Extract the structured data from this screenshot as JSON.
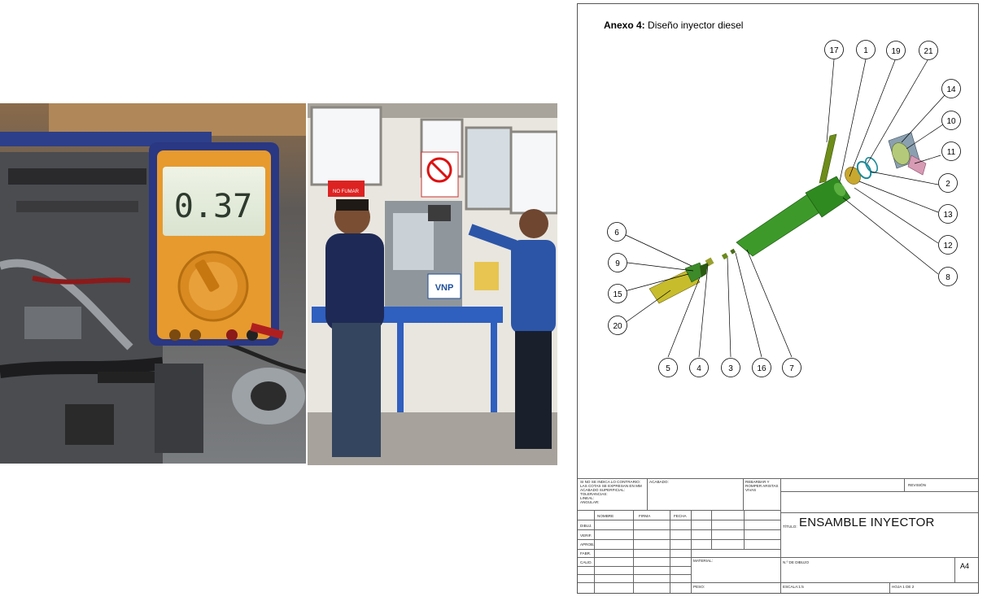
{
  "photo_left": {
    "multimeter_reading": "0.37"
  },
  "photo_right": {
    "sign_no_fumar": "NO FUMAR",
    "machine_logo": "VNP"
  },
  "sheet": {
    "annex_label": "Anexo 4:",
    "annex_title": "Diseño inyector diesel",
    "balloons": [
      "17",
      "1",
      "19",
      "21",
      "14",
      "10",
      "11",
      "2",
      "13",
      "12",
      "8",
      "6",
      "9",
      "15",
      "20",
      "5",
      "4",
      "3",
      "16",
      "7"
    ],
    "title_block": {
      "note_general": "SI NO SE INDICA LO CONTRARIO:\nLAS COTAS SE EXPRESAN EN MM\nACABADO SUPERFICIAL:\nTOLERANCIAS:\n   LINEAL:\n   ANGULAR:",
      "acabado": "ACABADO:",
      "rebarbar": "REBARBAR Y\nROMPER ARISTAS\nVIVAS",
      "revision": "REVISIÓN",
      "col_nombre": "NOMBRE",
      "col_firma": "FIRMA",
      "col_fecha": "FECHA",
      "row_dibuj": "DIBUJ.",
      "row_verif": "VERIF.",
      "row_aprob": "APROB.",
      "row_fabr": "FABR.",
      "row_calid": "CALID.",
      "titulo_label": "TÍTULO:",
      "titulo": "ENSAMBLE INYECTOR",
      "material": "MATERIAL:",
      "num_dibujo": "N.º DE DIBUJO",
      "size": "A4",
      "peso": "PESO:",
      "escala": "ESCALA:1:5",
      "hoja": "HOJA 1 DE 2"
    }
  }
}
